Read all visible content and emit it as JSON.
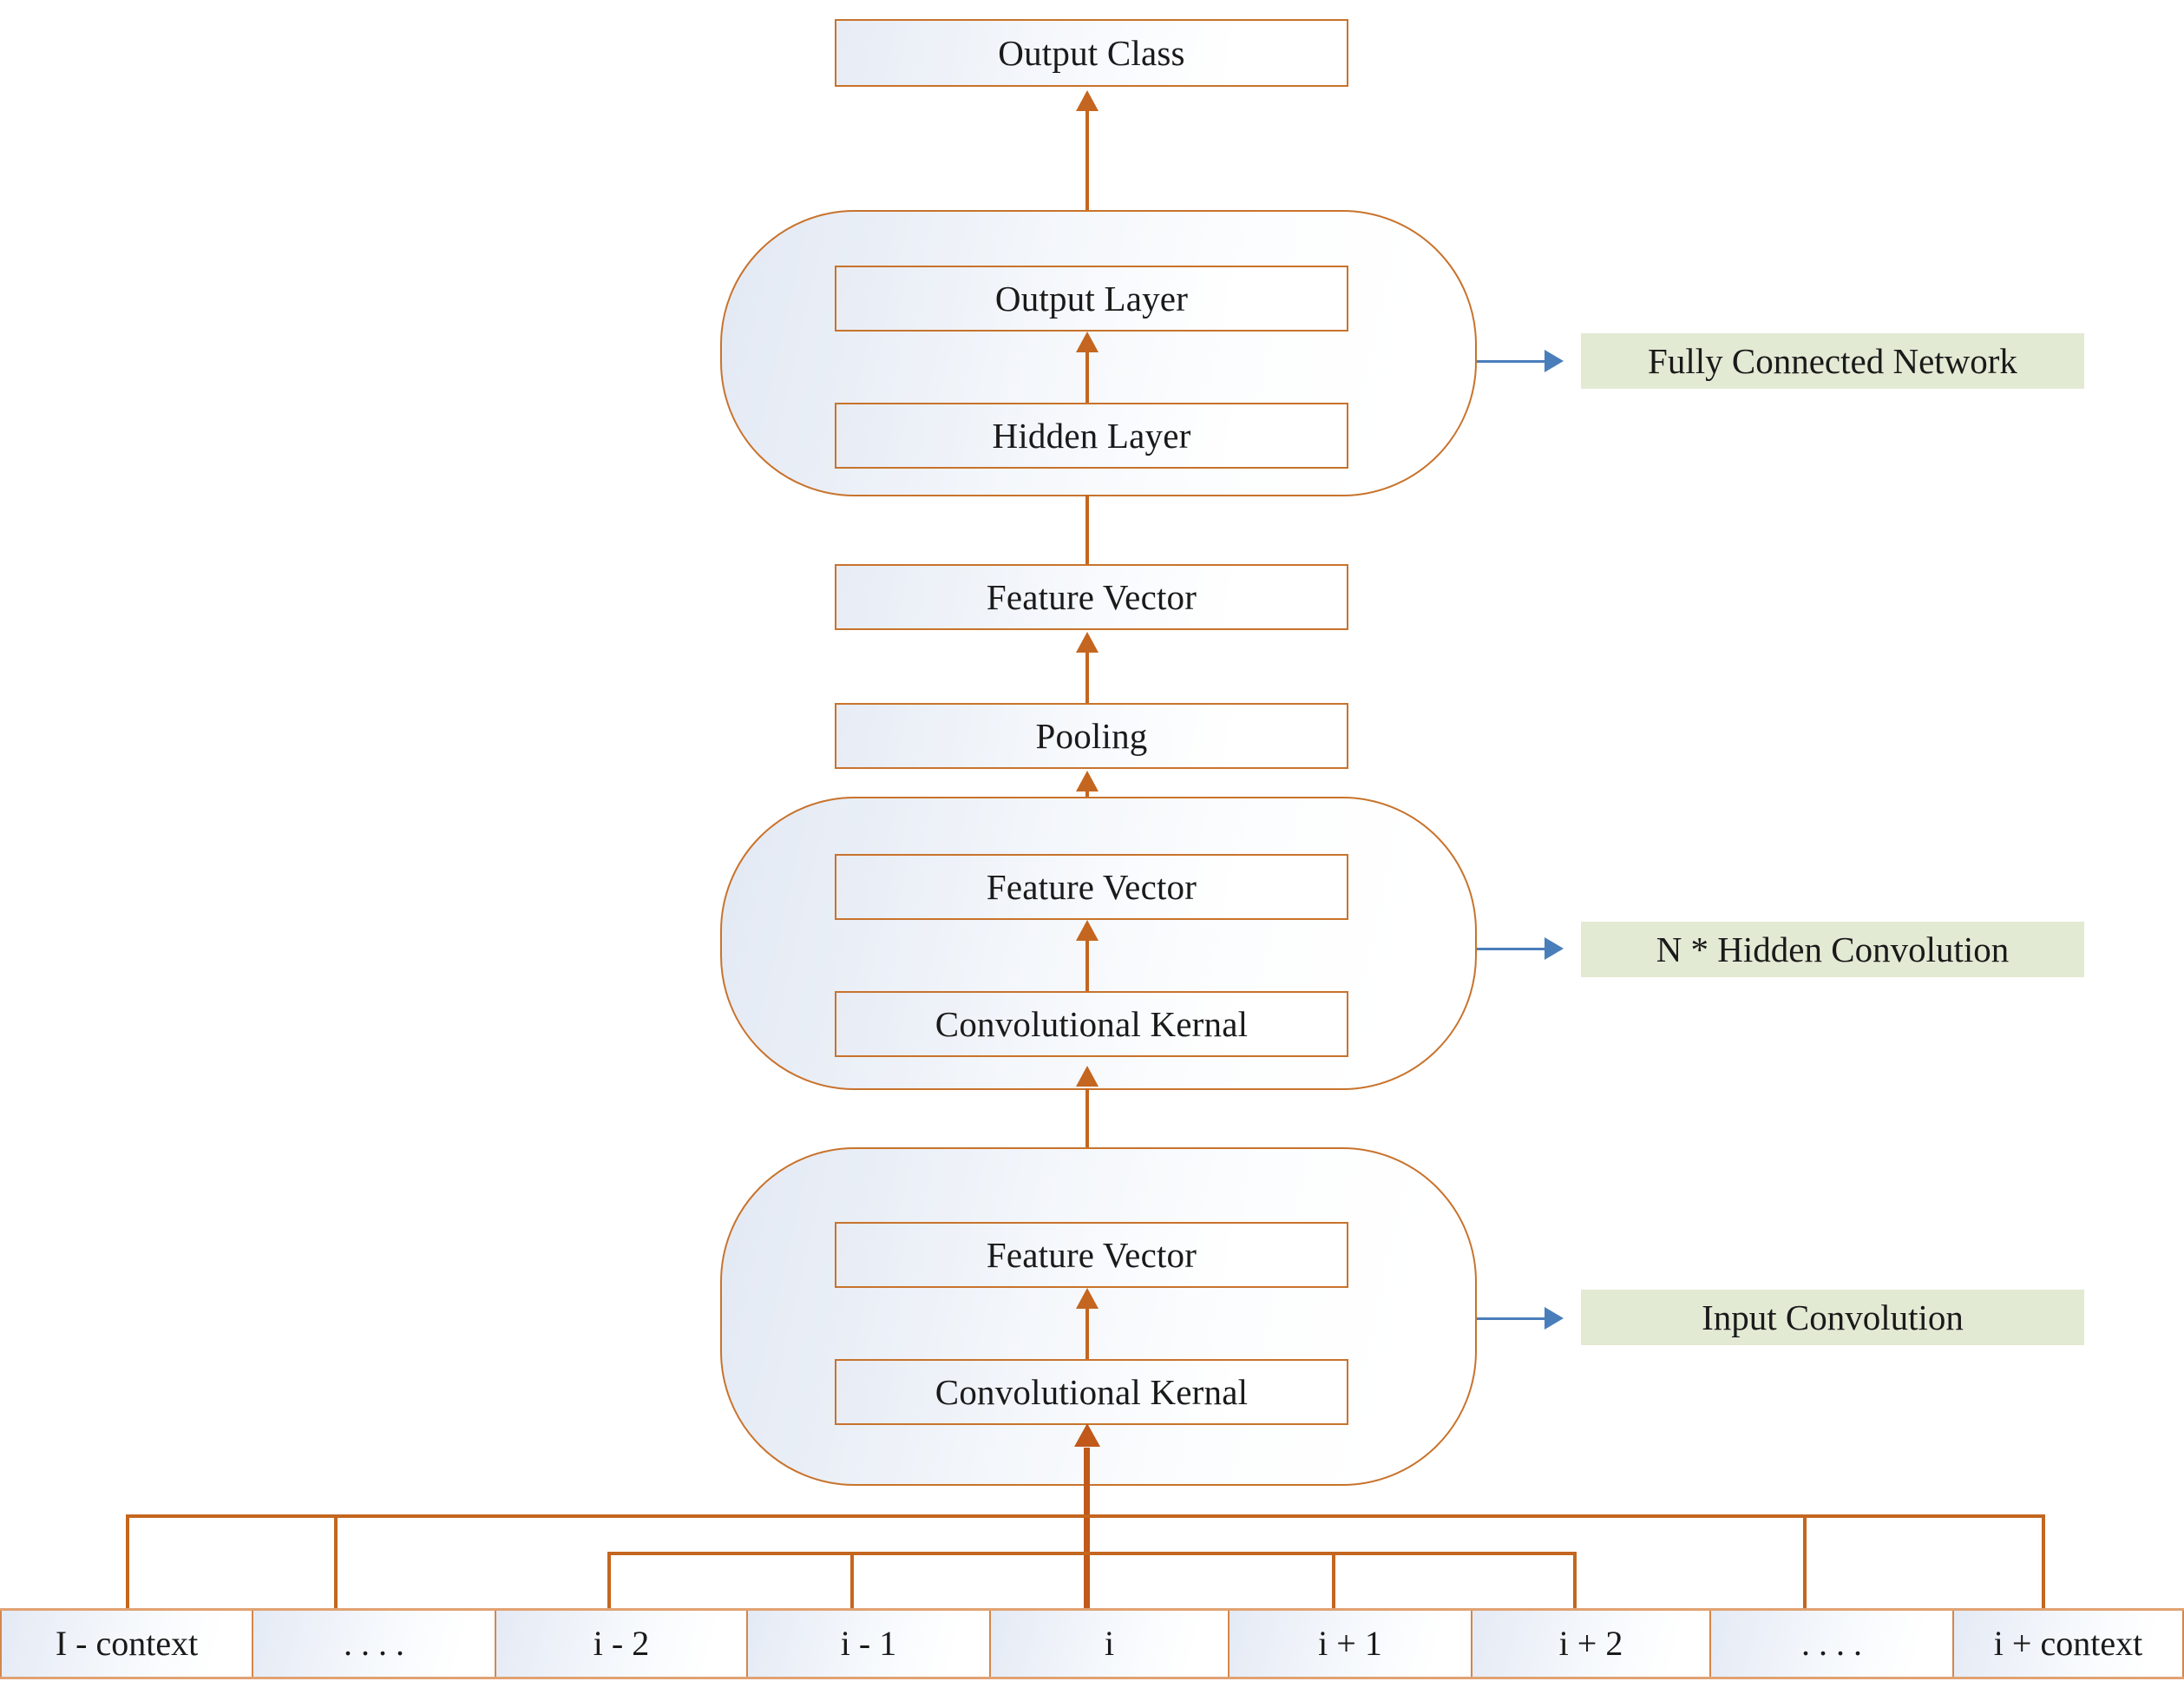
{
  "diagram": {
    "title": "CNN text classification architecture",
    "colors": {
      "box_border": "#c8732c",
      "box_fill_start": "#e7ecf5",
      "box_fill_end": "#ffffff",
      "arrow_orange": "#c4661f",
      "arrow_blue": "#4a7ebb",
      "label_green": "#e3ead4",
      "text": "#1a1a1a"
    },
    "nodes": {
      "output_class": "Output Class",
      "output_layer": "Output Layer",
      "hidden_layer": "Hidden Layer",
      "feature_vector_fc": "Feature Vector",
      "pooling": "Pooling",
      "feature_vector_hidden": "Feature Vector",
      "conv_kernel_hidden": "Convolutional Kernal",
      "feature_vector_input": "Feature Vector",
      "conv_kernel_input": "Convolutional Kernal"
    },
    "annotations": [
      {
        "label": "Fully Connected Network"
      },
      {
        "label": "N * Hidden Convolution"
      },
      {
        "label": "Input Convolution"
      }
    ],
    "input_tokens": [
      "I - context",
      ". . . .",
      "i - 2",
      "i - 1",
      "i",
      "i + 1",
      "i + 2",
      ". . . .",
      "i + context"
    ]
  }
}
